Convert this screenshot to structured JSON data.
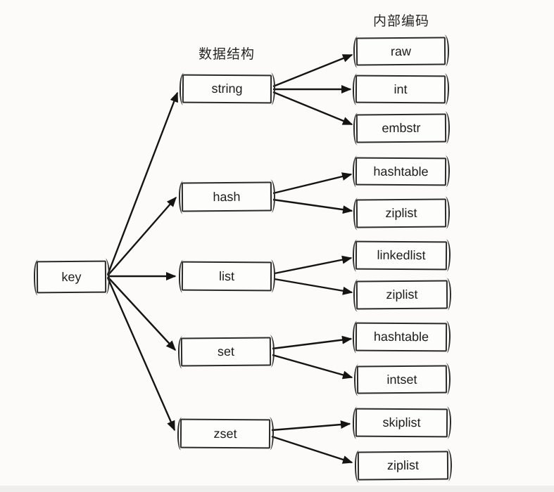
{
  "page": {
    "background_color": "#fcfbfa",
    "line_color": "#1a1a1a",
    "box_border_color": "#2b2b2b"
  },
  "diagram": {
    "headers": {
      "data_structure": "数据结构",
      "internal_encoding": "内部编码"
    },
    "root": {
      "label": "key"
    },
    "types": [
      {
        "label": "string",
        "encodings": [
          "raw",
          "int",
          "embstr"
        ]
      },
      {
        "label": "hash",
        "encodings": [
          "hashtable",
          "ziplist"
        ]
      },
      {
        "label": "list",
        "encodings": [
          "linkedlist",
          "ziplist"
        ]
      },
      {
        "label": "set",
        "encodings": [
          "hashtable",
          "intset"
        ]
      },
      {
        "label": "zset",
        "encodings": [
          "skiplist",
          "ziplist"
        ]
      }
    ]
  }
}
